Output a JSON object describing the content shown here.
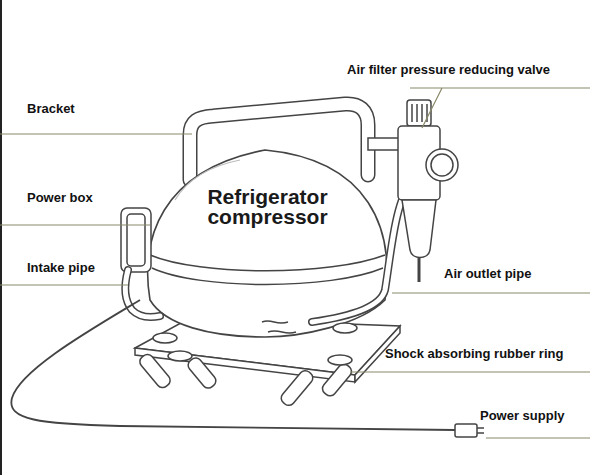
{
  "diagram": {
    "nodes": [
      {
        "text": [
          "Refrigerator compressor"
        ]
      }
    ],
    "labels": [
      "Air filter pressure reducing valve",
      "Bracket",
      "Power box",
      "Intake pipe",
      "Air outlet pipe",
      "Shock absorbing rubber ring",
      "Power supply"
    ]
  }
}
